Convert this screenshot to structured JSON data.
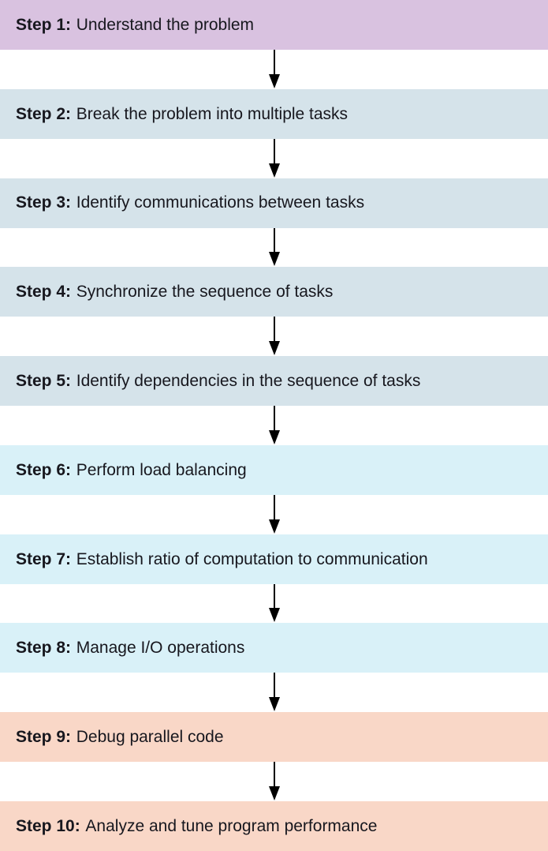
{
  "steps": [
    {
      "label": "Step 1:",
      "text": "Understand the problem",
      "bg": "#d9c2e0"
    },
    {
      "label": "Step 2:",
      "text": "Break the problem into multiple tasks",
      "bg": "#d5e3ea"
    },
    {
      "label": "Step 3:",
      "text": "Identify communications between tasks",
      "bg": "#d5e3ea"
    },
    {
      "label": "Step 4:",
      "text": "Synchronize the sequence of tasks",
      "bg": "#d5e3ea"
    },
    {
      "label": "Step 5:",
      "text": "Identify dependencies in the sequence of tasks",
      "bg": "#d5e3ea"
    },
    {
      "label": "Step 6:",
      "text": "Perform load balancing",
      "bg": "#d9f1f8"
    },
    {
      "label": "Step 7:",
      "text": "Establish ratio of computation to communication",
      "bg": "#d9f1f8"
    },
    {
      "label": "Step 8:",
      "text": "Manage I/O operations",
      "bg": "#d9f1f8"
    },
    {
      "label": "Step 9:",
      "text": "Debug parallel code",
      "bg": "#f9d7c7"
    },
    {
      "label": "Step 10:",
      "text": "Analyze and tune program performance",
      "bg": "#f9d7c7"
    }
  ],
  "colors": {
    "step1_bg": "#d9c2e0",
    "steps2to5_bg": "#d5e3ea",
    "steps6to8_bg": "#d9f1f8",
    "steps9to10_bg": "#f9d7c7",
    "text": "#17171e",
    "arrow": "#000000",
    "page_bg": "#ffffff"
  }
}
